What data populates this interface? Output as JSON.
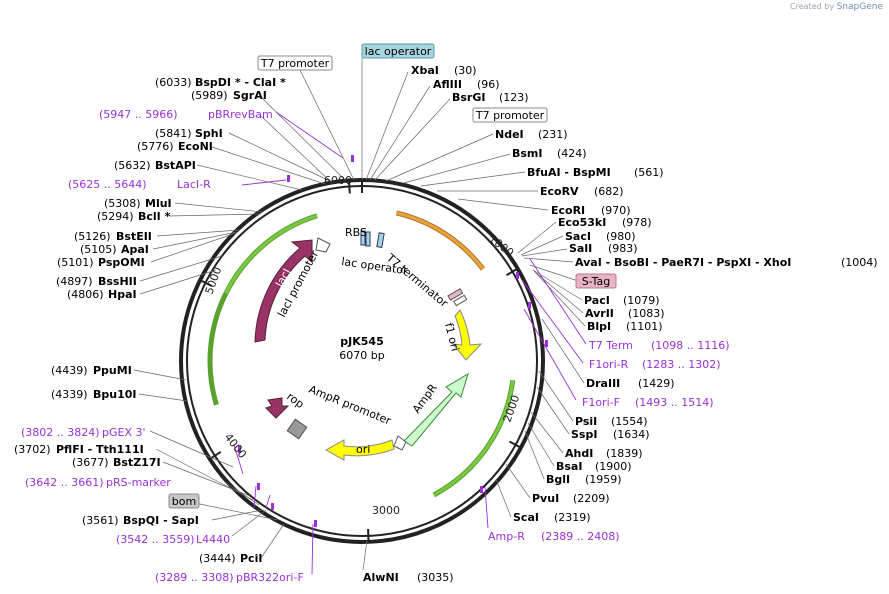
{
  "credit": {
    "prefix": "Created by",
    "brand": "SnapGene"
  },
  "plasmid": {
    "name": "pJK545",
    "size": "6070 bp",
    "length": 6070
  },
  "ticks": [
    "1000",
    "2000",
    "3000",
    "4000",
    "5000",
    "6000"
  ],
  "boxed_labels": [
    "lac operator",
    "T7 promoter",
    "T7 promoter",
    "S-Tag",
    "bom"
  ],
  "sites_right": [
    {
      "name": "XbaI",
      "pos": "(30)"
    },
    {
      "name": "AflIII",
      "pos": "(96)"
    },
    {
      "name": "BsrGI",
      "pos": "(123)"
    },
    {
      "name": "NdeI",
      "pos": "(231)"
    },
    {
      "name": "BsmI",
      "pos": "(424)"
    },
    {
      "name": "BfuAI - BspMI",
      "pos": "(561)"
    },
    {
      "name": "EcoRV",
      "pos": "(682)"
    },
    {
      "name": "EcoRI",
      "pos": "(970)"
    },
    {
      "name": "Eco53kI",
      "pos": "(978)"
    },
    {
      "name": "SacI",
      "pos": "(980)"
    },
    {
      "name": "SalI",
      "pos": "(983)"
    },
    {
      "name": "AvaI - BsoBI - PaeR7I - PspXI - XhoI",
      "pos": "(1004)"
    },
    {
      "name": "PacI",
      "pos": "(1079)"
    },
    {
      "name": "AvrII",
      "pos": "(1083)"
    },
    {
      "name": "BlpI",
      "pos": "(1101)"
    },
    {
      "name": "DraIII",
      "pos": "(1429)"
    },
    {
      "name": "PsiI",
      "pos": "(1554)"
    },
    {
      "name": "SspI",
      "pos": "(1634)"
    },
    {
      "name": "AhdI",
      "pos": "(1839)"
    },
    {
      "name": "BsaI",
      "pos": "(1900)"
    },
    {
      "name": "BglI",
      "pos": "(1959)"
    },
    {
      "name": "PvuI",
      "pos": "(2209)"
    },
    {
      "name": "ScaI",
      "pos": "(2319)"
    },
    {
      "name": "AlwNI",
      "pos": "(3035)"
    }
  ],
  "sites_left": [
    {
      "name": "BspDI * - ClaI *",
      "pos": "(6033)"
    },
    {
      "name": "SgrAI",
      "pos": "(5989)"
    },
    {
      "name": "SphI",
      "pos": "(5841)"
    },
    {
      "name": "EcoNI",
      "pos": "(5776)"
    },
    {
      "name": "BstAPI",
      "pos": "(5632)"
    },
    {
      "name": "MluI",
      "pos": "(5308)"
    },
    {
      "name": "BclI *",
      "pos": "(5294)"
    },
    {
      "name": "BstEII",
      "pos": "(5126)"
    },
    {
      "name": "ApaI",
      "pos": "(5105)"
    },
    {
      "name": "PspOMI",
      "pos": "(5101)"
    },
    {
      "name": "BssHII",
      "pos": "(4897)"
    },
    {
      "name": "HpaI",
      "pos": "(4806)"
    },
    {
      "name": "PpuMI",
      "pos": "(4439)"
    },
    {
      "name": "Bpu10I",
      "pos": "(4339)"
    },
    {
      "name": "PflFI - Tth111I",
      "pos": "(3702)"
    },
    {
      "name": "BstZ17I",
      "pos": "(3677)"
    },
    {
      "name": "BspQI - SapI",
      "pos": "(3561)"
    },
    {
      "name": "PciI",
      "pos": "(3444)"
    }
  ],
  "primers": [
    {
      "name": "pBRrevBam",
      "pos": "(5947 .. 5966)"
    },
    {
      "name": "LacI-R",
      "pos": "(5625 .. 5644)"
    },
    {
      "name": "T7 Term",
      "pos": "(1098 .. 1116)"
    },
    {
      "name": "F1ori-R",
      "pos": "(1283 .. 1302)"
    },
    {
      "name": "F1ori-F",
      "pos": "(1493 .. 1514)"
    },
    {
      "name": "Amp-R",
      "pos": "(2389 .. 2408)"
    },
    {
      "name": "pGEX 3'",
      "pos": "(3802 .. 3824)"
    },
    {
      "name": "pRS-marker",
      "pos": "(3642 .. 3661)"
    },
    {
      "name": "L4440",
      "pos": "(3542 .. 3559)"
    },
    {
      "name": "pBR322ori-F",
      "pos": "(3289 .. 3308)"
    }
  ],
  "features": [
    "lacI",
    "lacI promoter",
    "RBS",
    "lac operator",
    "T7 terminator",
    "f1 ori",
    "AmpR",
    "AmpR promoter",
    "ori",
    "rop"
  ],
  "colors": {
    "primer": "#9b30d9",
    "lacI": "#993366",
    "green_arrow": "#7ac943",
    "orange_arrow": "#e8a33d",
    "f1ori": "#ffff00",
    "ori": "#ffff00",
    "ampR": "#ccffcc",
    "rop": "#993366",
    "lac_operator_box": "#a6d5e0",
    "stag_box": "#e8b4c4",
    "bom_box": "#c8c8c8"
  }
}
